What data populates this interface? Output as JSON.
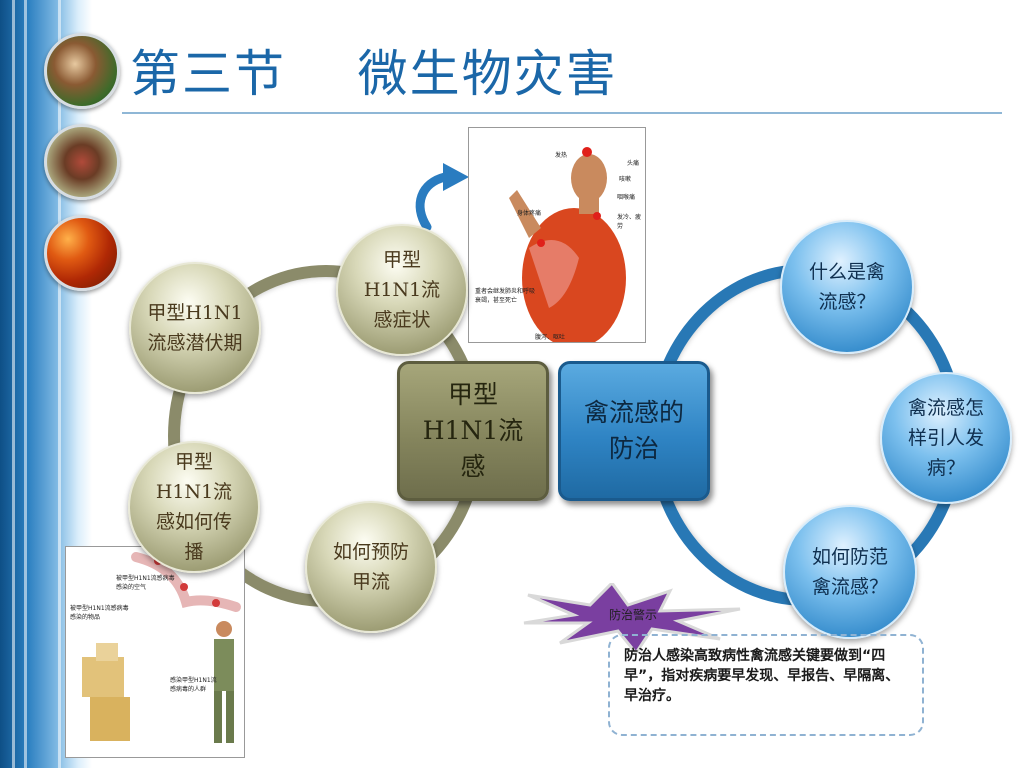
{
  "title": "第三节    微生物灾害",
  "left_cluster": {
    "center": "甲型H1N1流感",
    "bubbles": {
      "latency": "甲型H1N1流感潜伏期",
      "symptoms": "甲型H1N1流感症状",
      "transmission": "甲型H1N1流感如何传播",
      "prevention": "如何预防甲流"
    }
  },
  "right_cluster": {
    "center": "禽流感的防治",
    "bubbles": {
      "what_is": "什么是禽流感？",
      "how_cause": "禽流感怎样引人发病？",
      "how_prevent": "如何防范禽流感？"
    }
  },
  "anatomy_labels": [
    "发热",
    "头痛",
    "咳嗽",
    "咽喉痛",
    "身体疼痛",
    "发冷、疲劳",
    "重者会继发肺炎和呼吸衰竭，甚至死亡",
    "腹泻、呕吐"
  ],
  "transmission_labels": [
    "被甲型H1N1流感病毒感染的空气",
    "被甲型H1N1流感病毒感染的物品",
    "感染甲型H1N1流感病毒的人群"
  ],
  "alert": {
    "label": "防治警示",
    "text": "防治人感染高致病性禽流感关键要做到“四早”，指对疾病要早发现、早报告、早隔离、早治疗。"
  },
  "colors": {
    "title": "#1b67a8",
    "olive": "#8b8b6a",
    "blue": "#2878b5",
    "star": "#7a3fa0"
  }
}
